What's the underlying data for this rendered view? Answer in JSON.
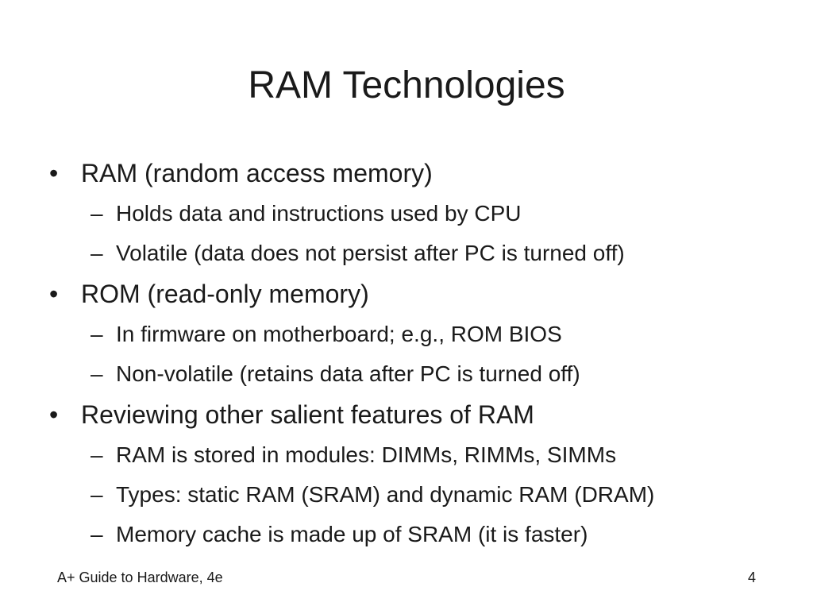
{
  "slide": {
    "title": "RAM Technologies",
    "bullet_marker": "•",
    "sub_marker": "–",
    "items": [
      {
        "text": "RAM (random access memory)",
        "subitems": [
          "Holds data and instructions used by CPU",
          "Volatile (data does not persist after PC is turned off)"
        ]
      },
      {
        "text": "ROM (read-only memory)",
        "subitems": [
          "In firmware on motherboard; e.g., ROM BIOS",
          "Non-volatile (retains data after PC is turned off)"
        ]
      },
      {
        "text": "Reviewing other salient features of RAM",
        "subitems": [
          "RAM is stored in modules: DIMMs, RIMMs, SIMMs",
          "Types: static RAM (SRAM) and dynamic RAM (DRAM)",
          "Memory cache is made up of SRAM (it is faster)"
        ]
      }
    ]
  },
  "footer": {
    "left": "A+ Guide to Hardware, 4e",
    "page_number": "4"
  }
}
